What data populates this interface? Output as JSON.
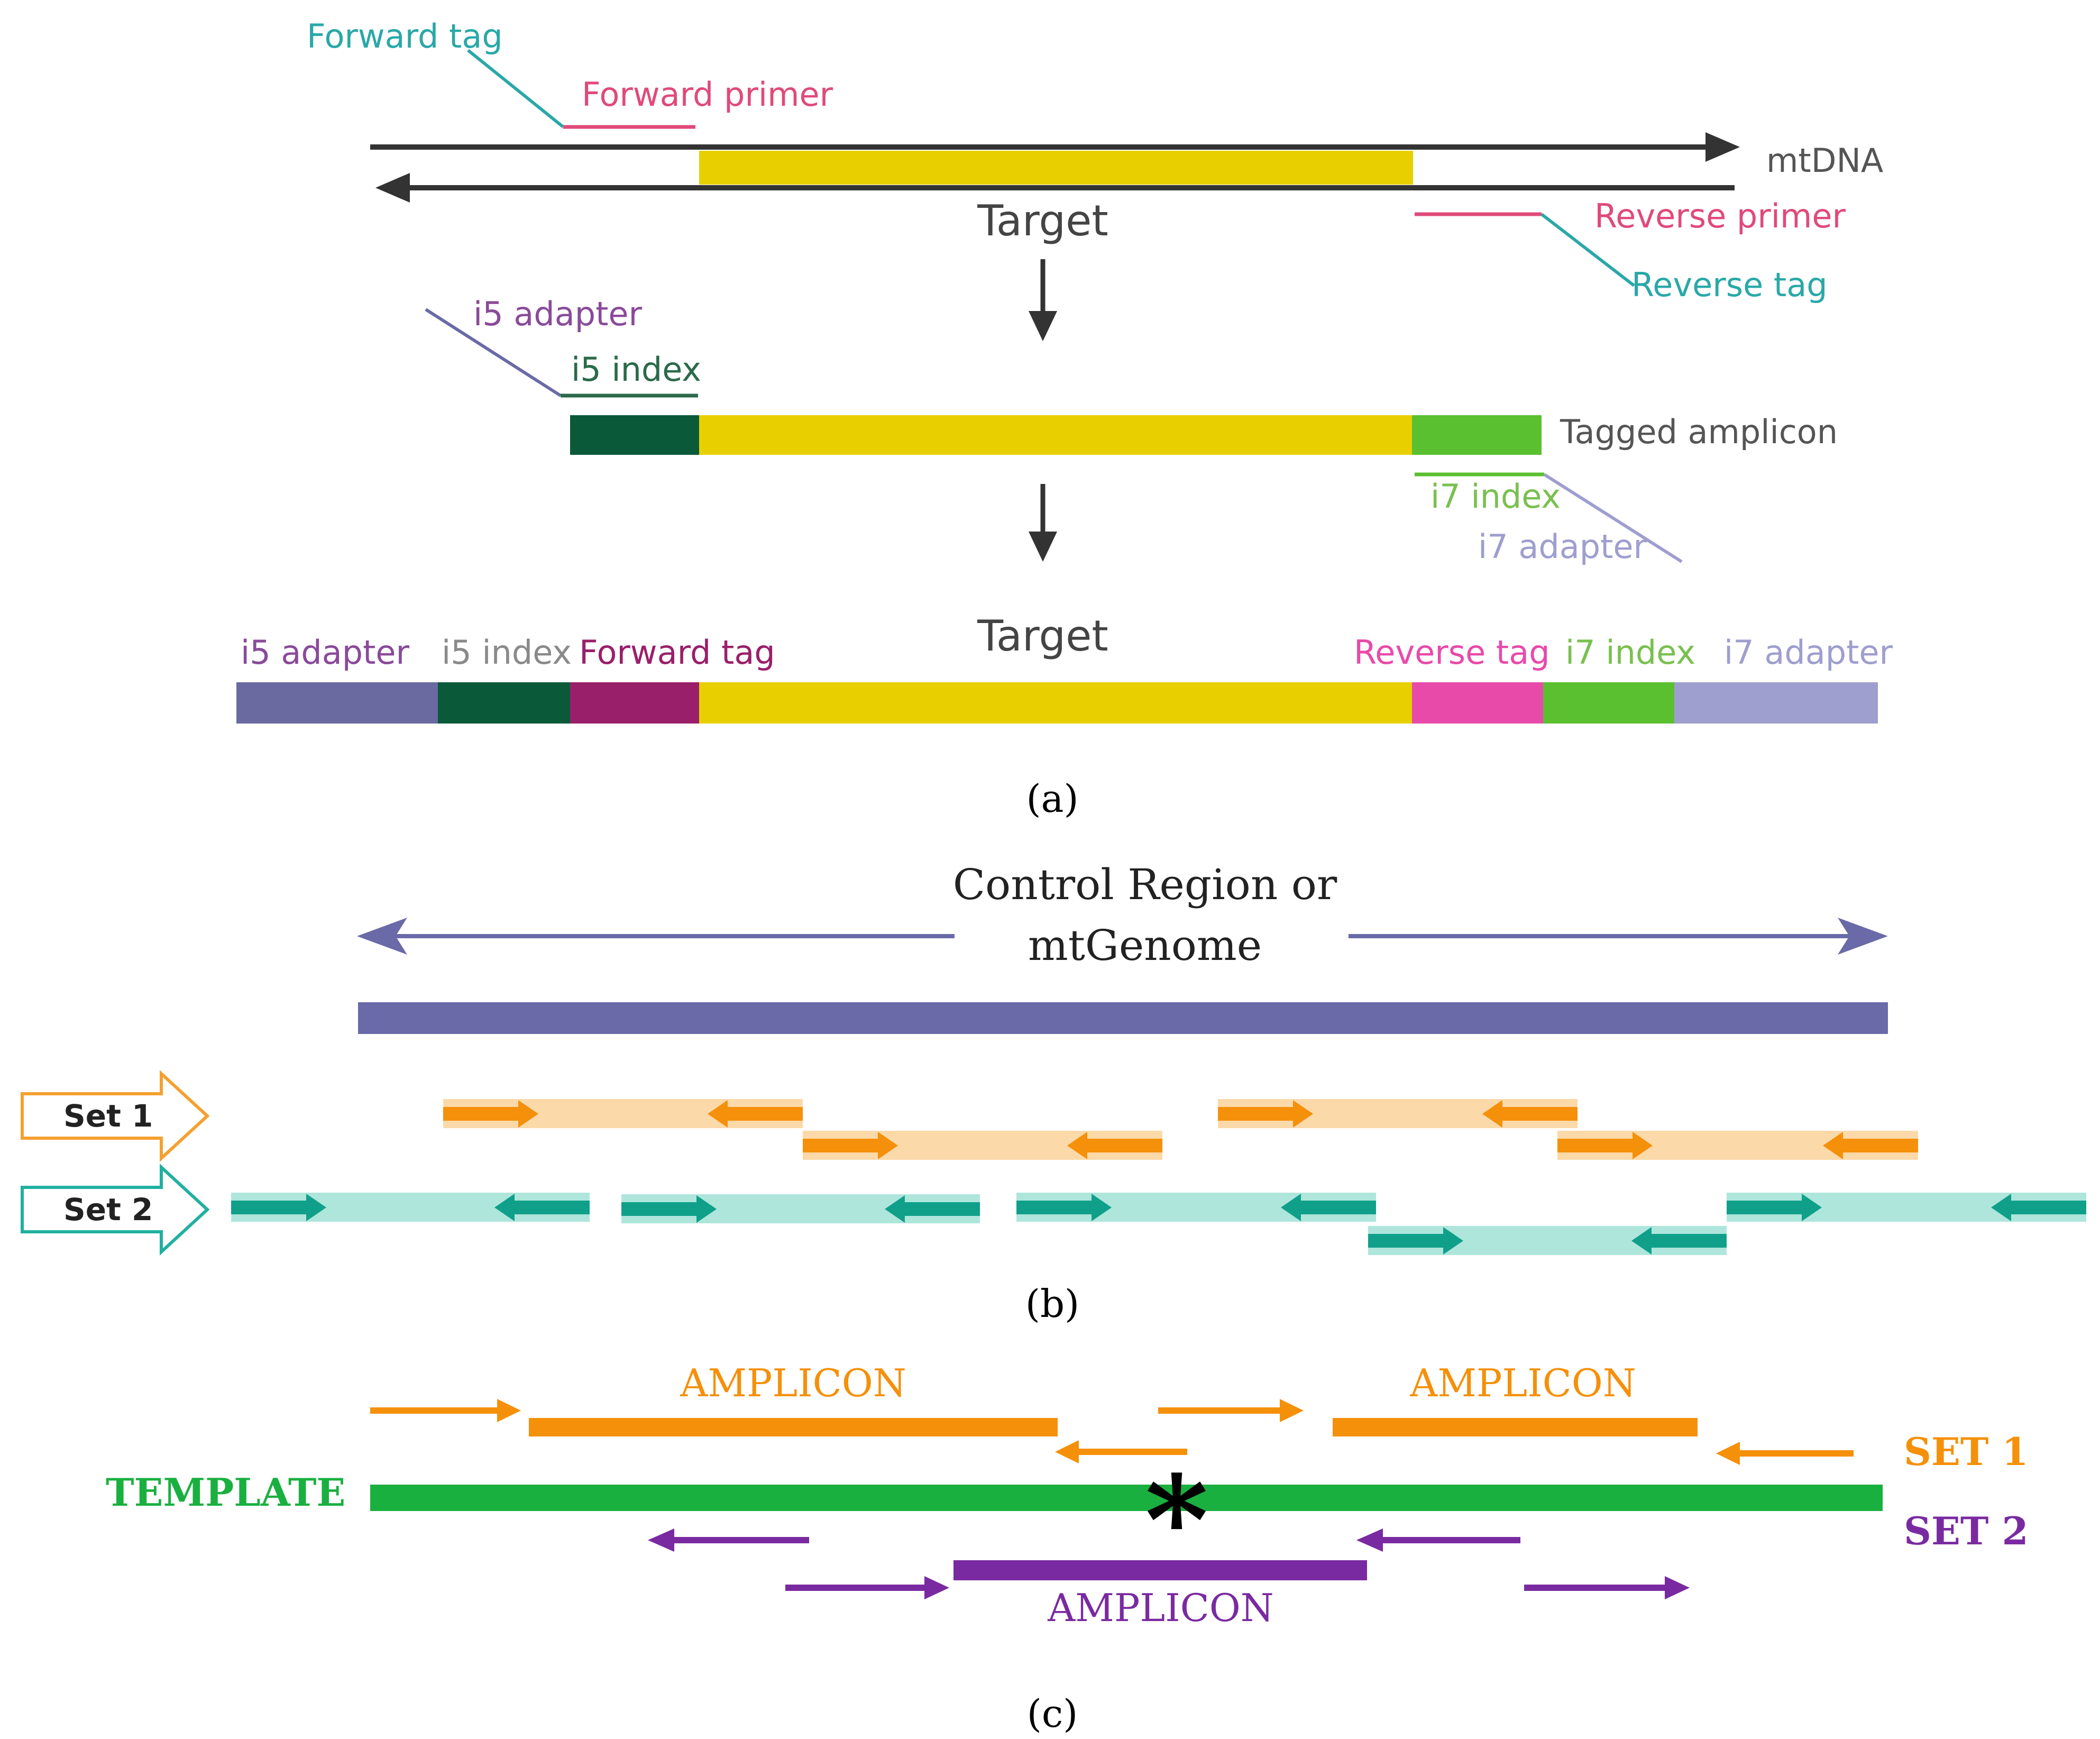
{
  "panel_a": {
    "labels": {
      "forward_tag": "Forward tag",
      "forward_primer": "Forward primer",
      "mtdna": "mtDNA",
      "target_top": "Target",
      "reverse_primer": "Reverse primer",
      "reverse_tag": "Reverse tag",
      "i5_adapter": "i5 adapter",
      "i5_index": "i5 index",
      "tagged_amplicon": "Tagged amplicon",
      "i7_index": "i7 index",
      "i7_adapter": "i7 adapter",
      "target_bottom": "Target",
      "final_i5_adapter": "i5 adapter",
      "final_i5_index": "i5 index",
      "final_forward_tag": "Forward tag",
      "final_reverse_tag": "Reverse tag",
      "final_i7_index": "i7 index",
      "final_i7_adapter": "i7 adapter"
    },
    "caption": "(a)",
    "colors": {
      "target": "#e8d000",
      "i5_adapter": "#6a6aa0",
      "i5_index": "#0a5a3a",
      "forward_tag": "#9a1f6a",
      "reverse_tag": "#e84aaa",
      "i7_index": "#5ac030",
      "i7_adapter": "#9e9ecf",
      "label_teal": "#2aa8a8",
      "label_pink": "#e04a7a",
      "label_purple": "#8a4a9a",
      "label_gray": "#8a8a8a",
      "label_green": "#7ac050",
      "label_lavender": "#9e9ecf",
      "label_darkgreen": "#2a6a4a"
    }
  },
  "panel_b": {
    "title_line1": "Control Region or",
    "title_line2": "mtGenome",
    "set1": "Set 1",
    "set2": "Set 2",
    "caption": "(b)",
    "colors": {
      "genome_bar": "#6a6aa8",
      "set1_dark": "#f5900a",
      "set1_light": "#fcd9a8",
      "set2_dark": "#10a08a",
      "set2_light": "#aee6dc"
    }
  },
  "panel_c": {
    "amplicon_1": "AMPLICON",
    "amplicon_2": "AMPLICON",
    "amplicon_3": "AMPLICON",
    "template": "TEMPLATE",
    "set1": "SET 1",
    "set2": "SET 2",
    "asterisk": "*",
    "caption": "(c)",
    "colors": {
      "orange": "#f5900a",
      "green": "#1ab040",
      "purple": "#7a2aa0"
    }
  }
}
